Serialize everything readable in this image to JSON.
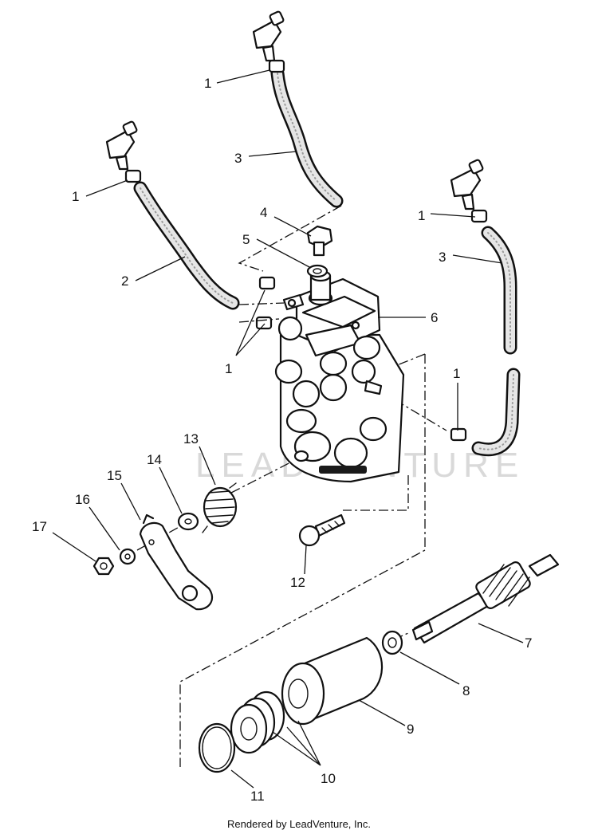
{
  "callouts": [
    {
      "label": "1"
    },
    {
      "label": "1"
    },
    {
      "label": "1"
    },
    {
      "label": "1"
    },
    {
      "label": "1"
    },
    {
      "label": "2"
    },
    {
      "label": "3"
    },
    {
      "label": "3"
    },
    {
      "label": "4"
    },
    {
      "label": "5"
    },
    {
      "label": "6"
    },
    {
      "label": "7"
    },
    {
      "label": "8"
    },
    {
      "label": "9"
    },
    {
      "label": "10"
    },
    {
      "label": "11"
    },
    {
      "label": "12"
    },
    {
      "label": "13"
    },
    {
      "label": "14"
    },
    {
      "label": "15"
    },
    {
      "label": "16"
    },
    {
      "label": "17"
    }
  ],
  "watermark": "LEADVENTURE",
  "footer": "Rendered by LeadVenture, Inc."
}
